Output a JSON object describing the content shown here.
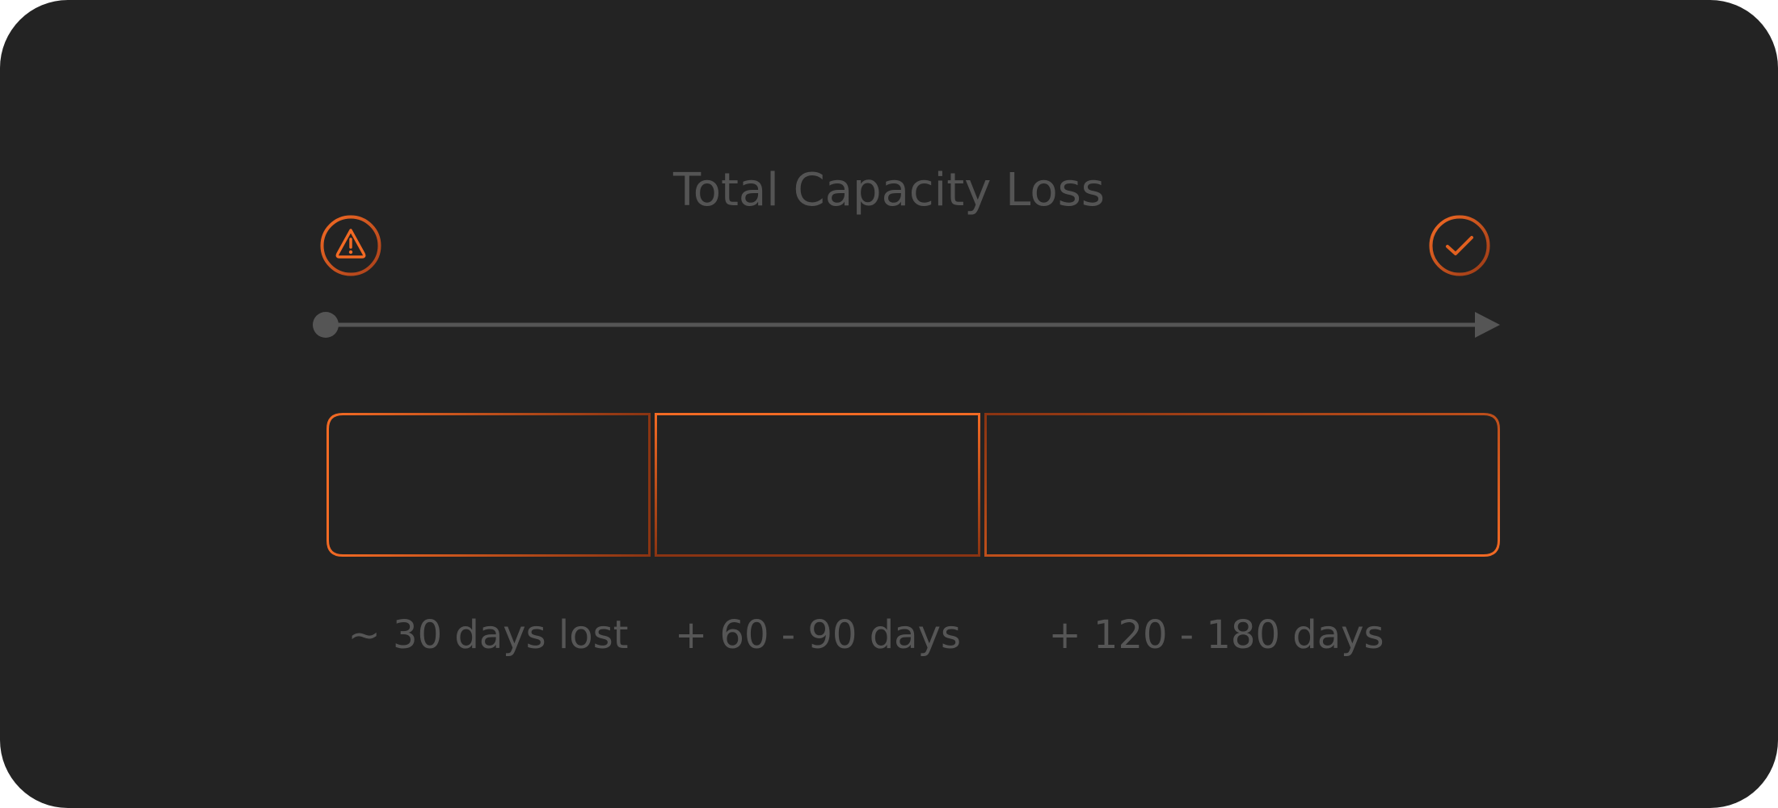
{
  "title": "Total Capacity Loss",
  "colors": {
    "background": "#232323",
    "text": "#565656",
    "axis": "#555555",
    "accent_bright": "#f26a24",
    "accent_dark": "#8a3412"
  },
  "icons": {
    "start": "warning-triangle-icon",
    "end": "checkmark-icon"
  },
  "segments": [
    {
      "label": "~ 30 days lost"
    },
    {
      "label": "+ 60 - 90 days"
    },
    {
      "label": "+ 120 - 180 days"
    }
  ]
}
